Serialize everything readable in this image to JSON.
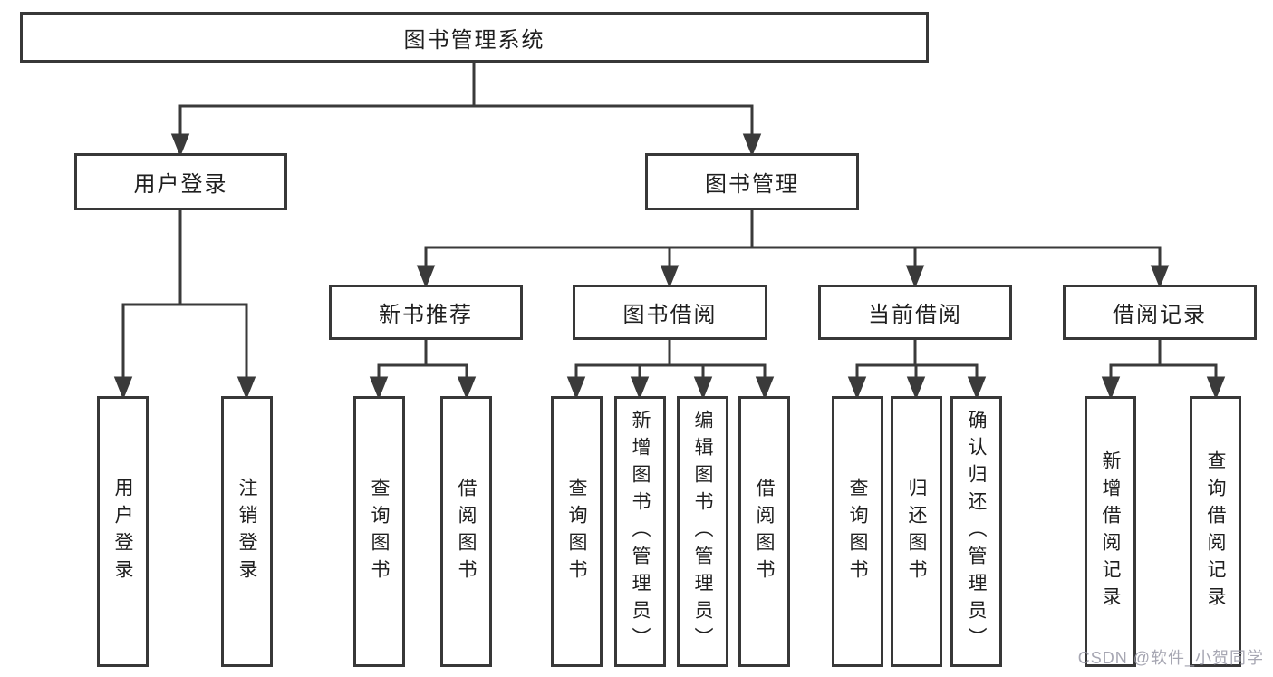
{
  "diagram": {
    "root": {
      "label": "图书管理系统"
    },
    "level2": [
      {
        "id": "user-login",
        "label": "用户登录"
      },
      {
        "id": "book-management",
        "label": "图书管理"
      }
    ],
    "level3": [
      {
        "id": "new-book-recommend",
        "label": "新书推荐",
        "parent": "图书管理"
      },
      {
        "id": "book-borrow",
        "label": "图书借阅",
        "parent": "图书管理"
      },
      {
        "id": "current-borrow",
        "label": "当前借阅",
        "parent": "图书管理"
      },
      {
        "id": "borrow-records",
        "label": "借阅记录",
        "parent": "图书管理"
      }
    ],
    "leaves": [
      {
        "group": "用户登录",
        "label": "用户登录"
      },
      {
        "group": "用户登录",
        "label": "注销登录"
      },
      {
        "group": "新书推荐",
        "label": "查询图书"
      },
      {
        "group": "新书推荐",
        "label": "借阅图书"
      },
      {
        "group": "图书借阅",
        "label": "查询图书"
      },
      {
        "group": "图书借阅",
        "label": "新增图书（管理员）"
      },
      {
        "group": "图书借阅",
        "label": "编辑图书（管理员）"
      },
      {
        "group": "图书借阅",
        "label": "借阅图书"
      },
      {
        "group": "当前借阅",
        "label": "查询图书"
      },
      {
        "group": "当前借阅",
        "label": "归还图书"
      },
      {
        "group": "当前借阅",
        "label": "确认归还（管理员）"
      },
      {
        "group": "借阅记录",
        "label": "新增借阅记录"
      },
      {
        "group": "借阅记录",
        "label": "查询借阅记录"
      }
    ]
  },
  "watermark": {
    "text": "CSDN @软件_小贺同学"
  },
  "colors": {
    "line": "#3a3a3a",
    "box_border": "#383838",
    "text": "#1f1f1f",
    "watermark": "#9d9daa",
    "background": "#ffffff"
  }
}
